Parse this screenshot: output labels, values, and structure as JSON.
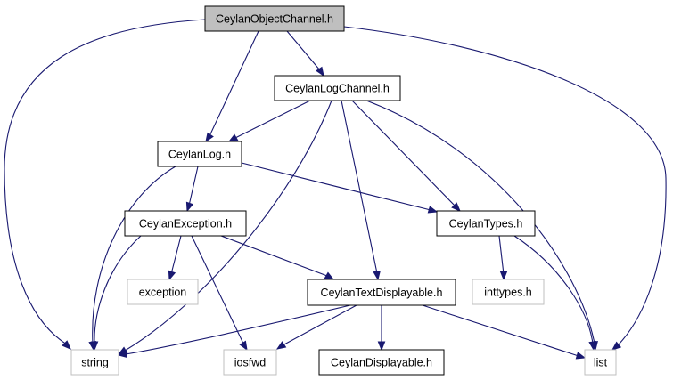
{
  "graph": {
    "colors": {
      "edge": "#191970",
      "focus_fill": "#bfbfbf",
      "focus_border": "#000000",
      "node_fill": "#ffffff",
      "node_border": "#000000",
      "external_border": "#bfbfbf",
      "external_text": "#000000"
    },
    "nodes": [
      {
        "id": "objchan",
        "label": "CeylanObjectChannel.h",
        "kind": "focus"
      },
      {
        "id": "logchan",
        "label": "CeylanLogChannel.h",
        "kind": "documented"
      },
      {
        "id": "log",
        "label": "CeylanLog.h",
        "kind": "documented"
      },
      {
        "id": "exc",
        "label": "CeylanException.h",
        "kind": "documented"
      },
      {
        "id": "types",
        "label": "CeylanTypes.h",
        "kind": "documented"
      },
      {
        "id": "textdisp",
        "label": "CeylanTextDisplayable.h",
        "kind": "documented"
      },
      {
        "id": "disp",
        "label": "CeylanDisplayable.h",
        "kind": "documented"
      },
      {
        "id": "exception",
        "label": "exception",
        "kind": "external"
      },
      {
        "id": "inttypes",
        "label": "inttypes.h",
        "kind": "external"
      },
      {
        "id": "string",
        "label": "string",
        "kind": "external"
      },
      {
        "id": "iosfwd",
        "label": "iosfwd",
        "kind": "external"
      },
      {
        "id": "list",
        "label": "list",
        "kind": "external"
      }
    ],
    "edges": [
      {
        "from": "objchan",
        "to": "string"
      },
      {
        "from": "objchan",
        "to": "log"
      },
      {
        "from": "objchan",
        "to": "logchan"
      },
      {
        "from": "objchan",
        "to": "list"
      },
      {
        "from": "logchan",
        "to": "log"
      },
      {
        "from": "logchan",
        "to": "string"
      },
      {
        "from": "logchan",
        "to": "textdisp"
      },
      {
        "from": "logchan",
        "to": "types"
      },
      {
        "from": "logchan",
        "to": "list"
      },
      {
        "from": "log",
        "to": "string"
      },
      {
        "from": "log",
        "to": "exc"
      },
      {
        "from": "log",
        "to": "types"
      },
      {
        "from": "exc",
        "to": "string"
      },
      {
        "from": "exc",
        "to": "exception"
      },
      {
        "from": "exc",
        "to": "iosfwd"
      },
      {
        "from": "exc",
        "to": "textdisp"
      },
      {
        "from": "types",
        "to": "inttypes"
      },
      {
        "from": "types",
        "to": "list"
      },
      {
        "from": "textdisp",
        "to": "string"
      },
      {
        "from": "textdisp",
        "to": "iosfwd"
      },
      {
        "from": "textdisp",
        "to": "disp"
      },
      {
        "from": "textdisp",
        "to": "list"
      }
    ]
  }
}
